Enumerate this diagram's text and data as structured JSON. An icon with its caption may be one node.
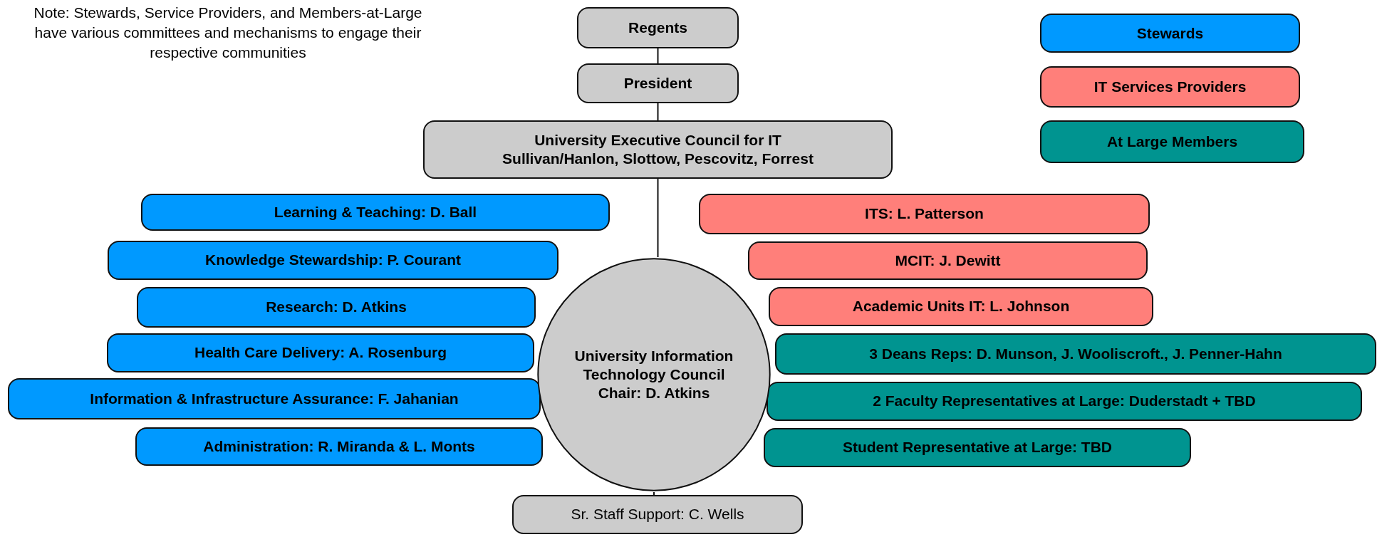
{
  "diagram": {
    "nodes": [
      {
        "text": [
          "Regents"
        ]
      },
      {
        "text": [
          "President"
        ]
      },
      {
        "text": [
          "University Executive Council for IT",
          "Sullivan/Hanlon, Slottow, Pescovitz, Forrest"
        ]
      },
      {
        "text": [
          "University Information Technology Council",
          "Chair: D. Atkins"
        ]
      },
      {
        "text": [
          "Learning & Teaching: D. Ball"
        ]
      },
      {
        "text": [
          "Knowledge Stewardship: P. Courant"
        ]
      },
      {
        "text": [
          "Research: D. Atkins"
        ]
      },
      {
        "text": [
          "Health Care Delivery: A. Rosenburg"
        ]
      },
      {
        "text": [
          "Information & Infrastructure Assurance: F. Jahanian"
        ]
      },
      {
        "text": [
          "Administration: R. Miranda & L. Monts"
        ]
      },
      {
        "text": [
          "ITS: L. Patterson"
        ]
      },
      {
        "text": [
          "MCIT: J. Dewitt"
        ]
      },
      {
        "text": [
          "Academic Units IT: L. Johnson"
        ]
      },
      {
        "text": [
          "3 Deans Reps: D. Munson, J. Wooliscroft., J. Penner-Hahn"
        ]
      },
      {
        "text": [
          "2 Faculty Representatives at Large: Duderstadt + TBD"
        ]
      },
      {
        "text": [
          "Student Representative at Large: TBD"
        ]
      },
      {
        "text": [
          "Sr. Staff Support: C. Wells"
        ]
      }
    ],
    "edges": [
      {
        "from": 0,
        "to": 1,
        "arrow": "none"
      },
      {
        "from": 1,
        "to": 2,
        "arrow": "none"
      },
      {
        "from": 2,
        "to": 3,
        "arrow": "none"
      },
      {
        "from": 3,
        "to": 16,
        "arrow": "none"
      }
    ],
    "labels": [
      "Note: Stewards, Service Providers, and Members-at-Large have various committees and mechanisms to engage their respective communities"
    ],
    "legend": [
      {
        "text": "Stewards",
        "color": "#0099ff"
      },
      {
        "text": "IT Services Providers",
        "color": "#ff7f7a"
      },
      {
        "text": "At Large Members",
        "color": "#009490"
      }
    ]
  }
}
